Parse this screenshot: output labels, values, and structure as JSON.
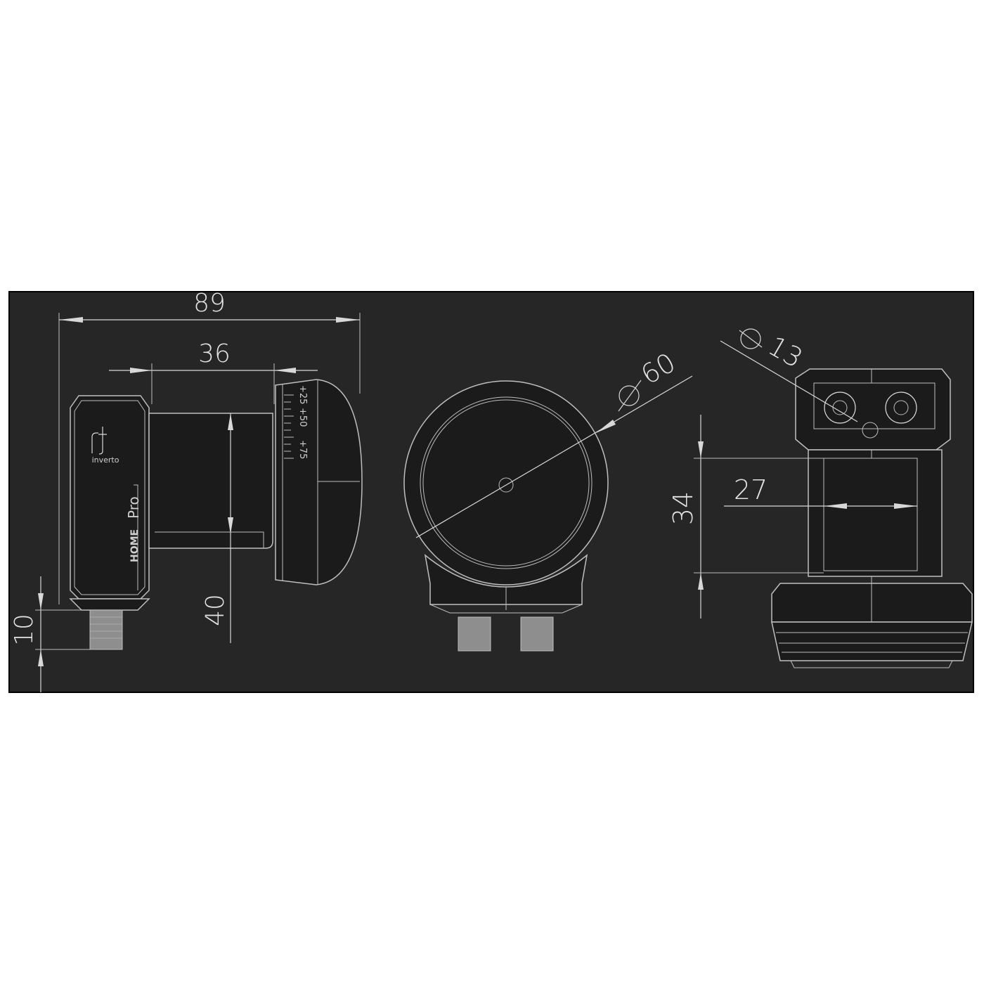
{
  "dimensions": {
    "overall_length": "89",
    "horn_length": "36",
    "height": "40",
    "connector_length": "10",
    "horn_diameter": "60",
    "connector_diameter": "13",
    "body_height": "34",
    "body_width": "27"
  },
  "labels": {
    "brand": "inverto",
    "logo_mark": "rt",
    "product_line": "Pro",
    "model_badge": "HOME",
    "scale_plus75": "+75",
    "scale_plus50": "+50",
    "scale_top": "+25"
  },
  "colors": {
    "background": "#262626",
    "line": "#d8d8d8",
    "connector": "#8e8e8e"
  }
}
